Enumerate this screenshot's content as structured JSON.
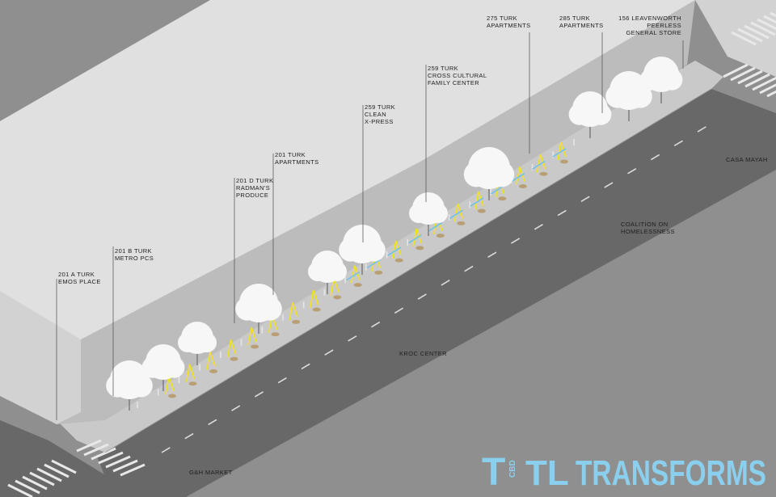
{
  "colors": {
    "ground": "#8f8f8f",
    "road": "#686868",
    "sidewalk": "#c9c9c9",
    "building_top": "#e0e0e0",
    "building_side": "#d2d2d2",
    "building_front": "#bcbcbc",
    "tree": "#f7f7f7",
    "accent_yellow": "#f2e21c",
    "accent_blue": "#6fc3e8",
    "logo": "#8ad0ee"
  },
  "labels": {
    "emos_place": [
      "201 A TURK",
      "EMOS PLACE"
    ],
    "metro_pcs": [
      "201 B TURK",
      "METRO PCS"
    ],
    "radmans_produce": [
      "201 D TURK",
      "RADMAN'S",
      "PRODUCE"
    ],
    "turk_201_apartments": [
      "201 TURK",
      "APARTMENTS"
    ],
    "clean_xpress": [
      "259 TURK",
      "CLEAN",
      "X-PRESS"
    ],
    "cross_cultural": [
      "259 TURK",
      "CROSS CULTURAL",
      "FAMILY CENTER"
    ],
    "turk_275_apartments": [
      "275 TURK",
      "APARTMENTS"
    ],
    "turk_285_apartments": [
      "285 TURK",
      "APARTMENTS"
    ],
    "leavenworth_store": [
      "156 LEAVENWORTH",
      "PEERLESS",
      "GENERAL STORE"
    ],
    "casa_mayah": [
      "CASA MAYAH"
    ],
    "coalition": [
      "COALITION ON",
      "HOMELESSNESS"
    ],
    "kroc_center": [
      "KROC CENTER"
    ],
    "gh_market": [
      "G&H MARKET"
    ]
  },
  "logo": {
    "mark_big": "T",
    "mark_small": "CBD",
    "word_prefix": "TL",
    "word_main": "TRANSFORMS"
  }
}
